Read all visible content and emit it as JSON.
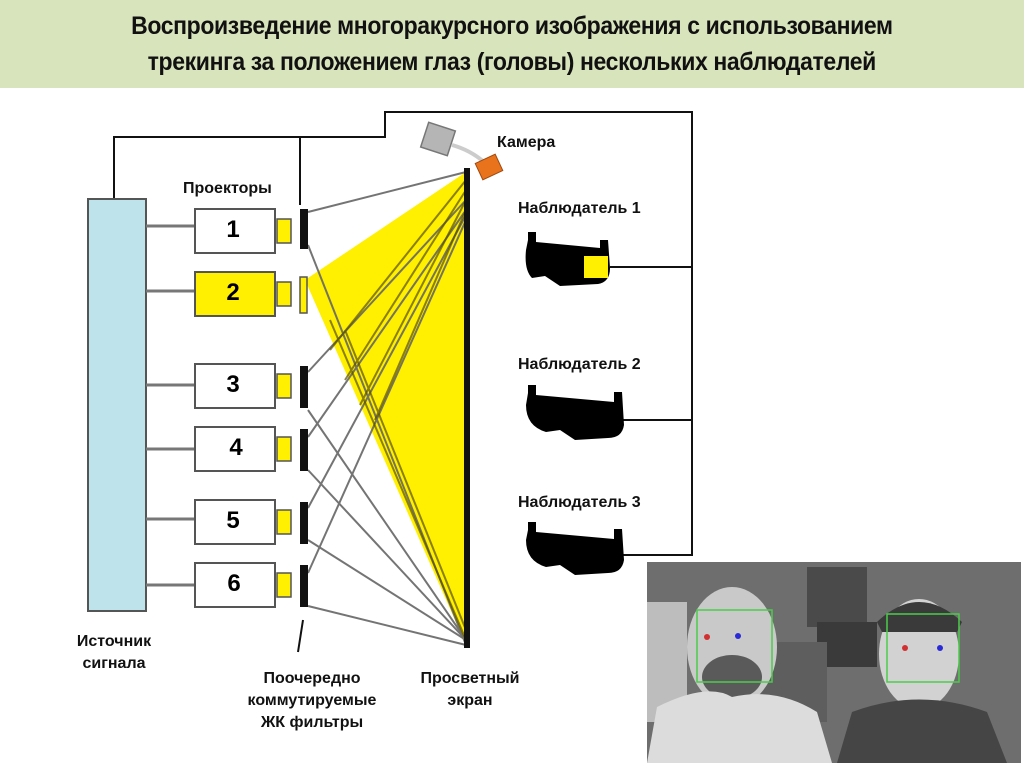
{
  "title": {
    "line1": "Воспроизведение многоракурсного изображения с использованием",
    "line2": "трекинга за положением глаз (головы) нескольких наблюдателей"
  },
  "labels": {
    "projectors": "Проекторы",
    "camera": "Камера",
    "source_line1": "Источник",
    "source_line2": "сигнала",
    "filters_line1": "Поочередно",
    "filters_line2": "коммутируемые",
    "filters_line3": "ЖК фильтры",
    "screen_line1": "Просветный",
    "screen_line2": "экран"
  },
  "projectors": [
    {
      "number": "1",
      "active": false
    },
    {
      "number": "2",
      "active": true
    },
    {
      "number": "3",
      "active": false
    },
    {
      "number": "4",
      "active": false
    },
    {
      "number": "5",
      "active": false
    },
    {
      "number": "6",
      "active": false
    }
  ],
  "observers": [
    {
      "label": "Наблюдатель 1",
      "active": true
    },
    {
      "label": "Наблюдатель 2",
      "active": false
    },
    {
      "label": "Наблюдатель 3",
      "active": false
    }
  ],
  "colors": {
    "title_bg": "#d8e4bc",
    "active_yellow": "#ffef00",
    "source_block": "#bfe3ea",
    "camera_orange": "#e8731c",
    "camera_grey": "#b5b5b5",
    "face_box_green": "#4ccc4c",
    "eye_left_red": "#d23030",
    "eye_right_blue": "#2a2ad8"
  }
}
